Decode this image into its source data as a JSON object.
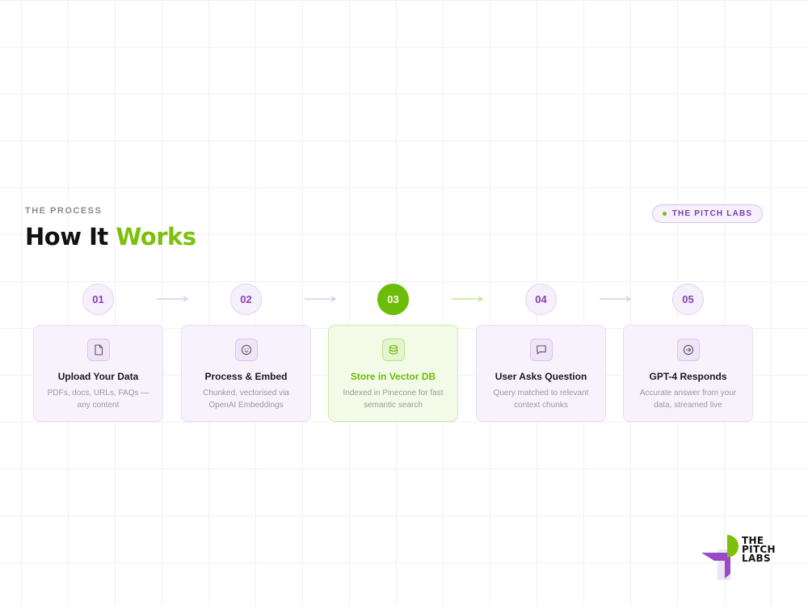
{
  "header": {
    "eyebrow": "THE PROCESS",
    "title_main": "How It ",
    "title_accent": "Works",
    "brand_pill": "THE PITCH LABS"
  },
  "steps": [
    {
      "number": "01",
      "title": "Upload Your Data",
      "description": "PDFs, docs, URLs, FAQs — any content",
      "icon": "document-icon",
      "active": false
    },
    {
      "number": "02",
      "title": "Process & Embed",
      "description": "Chunked, vectorised via OpenAI Embeddings",
      "icon": "smiley-icon",
      "active": false
    },
    {
      "number": "03",
      "title": "Store in Vector DB",
      "description": "Indexed in Pinecone for fast semantic search",
      "icon": "database-icon",
      "active": true
    },
    {
      "number": "04",
      "title": "User Asks Question",
      "description": "Query matched to relevant context chunks",
      "icon": "chat-bubble-icon",
      "active": false
    },
    {
      "number": "05",
      "title": "GPT-4 Responds",
      "description": "Accurate answer from your data, streamed live",
      "icon": "arrow-circle-icon",
      "active": false
    }
  ],
  "logo": {
    "line1": "THE",
    "line2": "PITCH",
    "line3": "LABS"
  },
  "colors": {
    "accent_green": "#7cc00c",
    "accent_purple": "#8a3fb8",
    "card_bg": "#f8f2fd",
    "active_card_bg": "#f3fbe8"
  }
}
